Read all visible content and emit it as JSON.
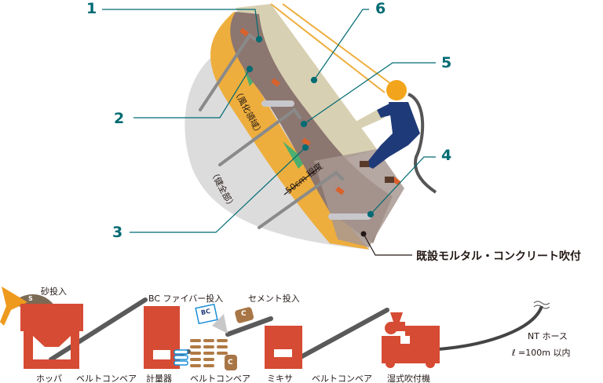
{
  "callouts": {
    "n1": "1",
    "n2": "2",
    "n3": "3",
    "n4": "4",
    "n5": "5",
    "n6": "6",
    "existing_label": "既設モルタル・コンクリート吹付"
  },
  "slope_labels": {
    "weathered": "（風化領域）",
    "sound": "（健全部）",
    "depth": "50cm 程度"
  },
  "process": {
    "sand_input": "砂投入",
    "bc_fiber_input": "BC ファイバー投入",
    "cement_input": "セメント投入",
    "hopper": "ホッパ",
    "belt1": "ベルトコンベア",
    "scale": "計量器",
    "belt2": "ベルトコンベア",
    "mixer": "ミキサ",
    "belt3": "ベルトコンベア",
    "sprayer": "湿式吹付機",
    "hose": "NT ホース",
    "hose_length": "ℓ =100m 以内",
    "sand_mark": "S",
    "bc_mark": "BC",
    "c_mark": "C"
  },
  "colors": {
    "red": "#d64b33",
    "teal": "#006b73",
    "orange": "#eeae3d",
    "brown": "#8c7670",
    "beige": "#d9d2b6",
    "gray": "#dcdcdc"
  }
}
